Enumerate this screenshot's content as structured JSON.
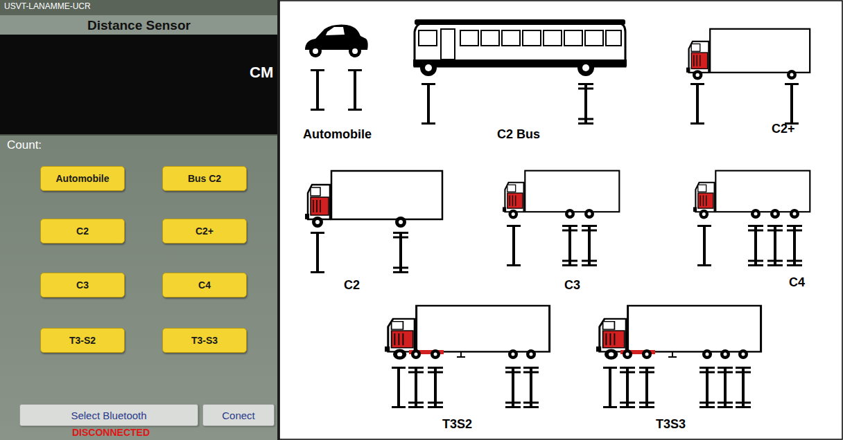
{
  "diagram": {
    "nodes": [
      {
        "text": [
          "Automobile"
        ]
      },
      {
        "text": [
          "Bus C2"
        ]
      },
      {
        "text": [
          "C2"
        ]
      },
      {
        "text": [
          "C2+"
        ]
      },
      {
        "text": [
          "C3"
        ]
      },
      {
        "text": [
          "C4"
        ]
      },
      {
        "text": [
          "T3-S2"
        ]
      },
      {
        "text": [
          "T3-S3"
        ]
      },
      {
        "text": [
          "Select Bluetooth"
        ]
      },
      {
        "text": [
          "Conect"
        ]
      }
    ],
    "labels": [
      "USVT-LANAMME-UCR",
      "Distance Sensor",
      "CM",
      "Count:",
      "DISCONNECTED",
      "Automobile",
      "C2 Bus",
      "C2+",
      "C2",
      "C3",
      "C4",
      "T3S2",
      "T3S3"
    ]
  }
}
